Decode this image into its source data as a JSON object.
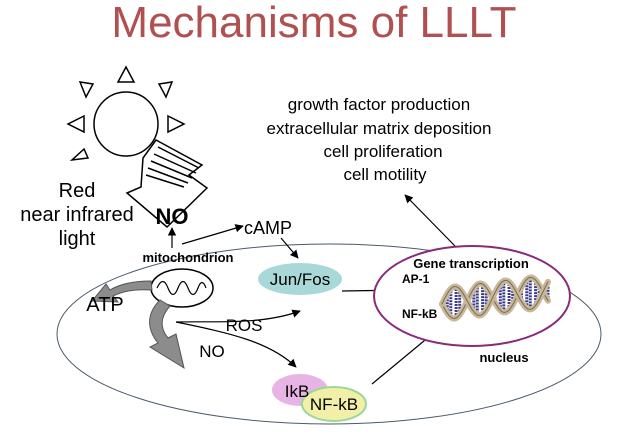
{
  "title": "Mechanisms of LLLT",
  "light": {
    "line1": "Red",
    "line2": "near infrared",
    "line3": "light"
  },
  "labels": {
    "no_top": "NO",
    "mitochondrion": "mitochondrion",
    "camp": "cAMP",
    "atp": "ATP",
    "ros": "ROS",
    "no_bottom": "NO",
    "jun_fos": "Jun/Fos",
    "ikb": "IkB",
    "nfkb_complex": "NF-kB",
    "gene_transcription": "Gene transcription",
    "ap1": "AP-1",
    "nfkb_nucleus": "NF-kB",
    "nucleus": "nucleus"
  },
  "outcomes": [
    "growth factor production",
    "extracellular matrix deposition",
    "cell proliferation",
    "cell motility"
  ],
  "colors": {
    "title": "#b05050",
    "nucleus_outline": "#8a2a7a",
    "jun_fos_fill": "#a8d8d8",
    "ikb_fill": "#e8b4e4",
    "nfkb_fill": "#f2f0a8",
    "dna_strand": "#c8b89a",
    "dna_base": "#3a3a8a",
    "gray_arrow": "#808080"
  }
}
